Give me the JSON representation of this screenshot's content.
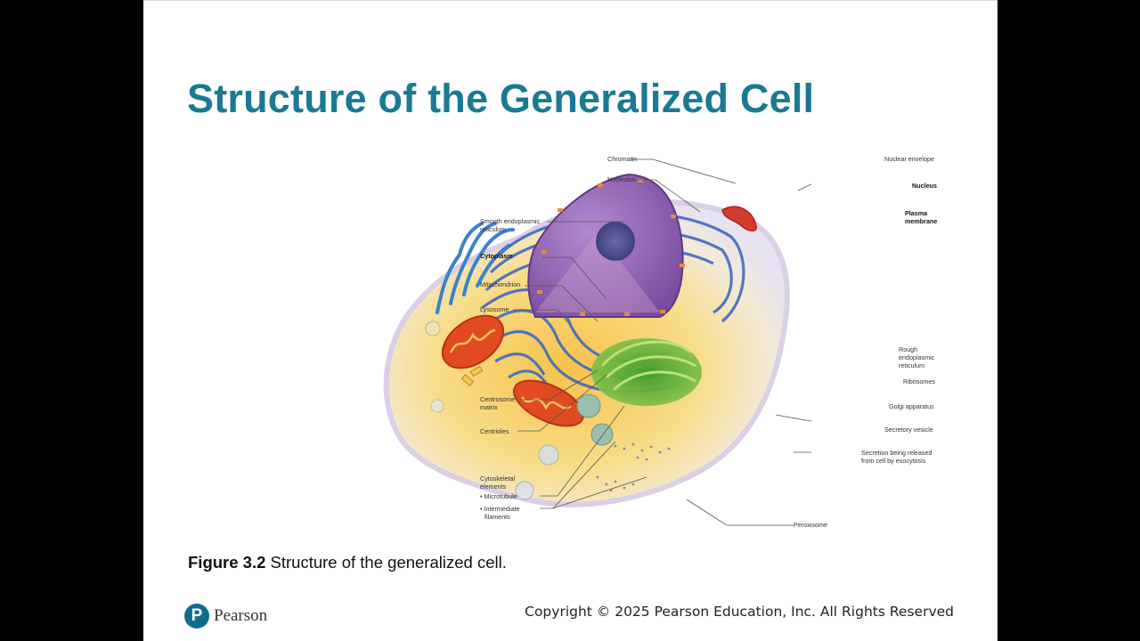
{
  "slide": {
    "title": "Structure of the Generalized Cell",
    "caption_label": "Figure 3.2",
    "caption_text": " Structure of the generalized cell.",
    "copyright": "Copyright © 2025 Pearson Education, Inc. All Rights Reserved",
    "logo_text": "Pearson",
    "logo_mark": "P"
  },
  "diagram": {
    "labels": {
      "chromatin": "Chromatin",
      "nucleolus": "Nucleolus",
      "nuclear_envelope": "Nuclear envelope",
      "nucleus": "Nucleus",
      "plasma_membrane_1": "Plasma",
      "plasma_membrane_2": "membrane",
      "smooth_er_1": "Smooth endoplasmic",
      "smooth_er_2": "reticulum",
      "cytoplasm": "Cytoplasm",
      "mitochondrion": "Mitochondrion",
      "lysosome": "Lysosome",
      "rough_er_1": "Rough",
      "rough_er_2": "endoplasmic",
      "rough_er_3": "reticulum",
      "ribosomes": "Ribosomes",
      "centrosome_1": "Centrosome",
      "centrosome_2": "matrix",
      "golgi": "Golgi apparatus",
      "centrioles": "Centrioles",
      "secretory_vesicle": "Secretory vesicle",
      "secretion_1": "Secretion being released",
      "secretion_2": "from cell by exocytosis",
      "cytoskeletal_1": "Cytoskeletal",
      "cytoskeletal_2": "elements",
      "microtubule": "• Microtubule",
      "intermediate_1": "• Intermediate",
      "intermediate_2": "filaments",
      "peroxisome": "Peroxisome"
    }
  },
  "colors": {
    "title": "#1a7a94",
    "logo": "#0e6c8c"
  }
}
